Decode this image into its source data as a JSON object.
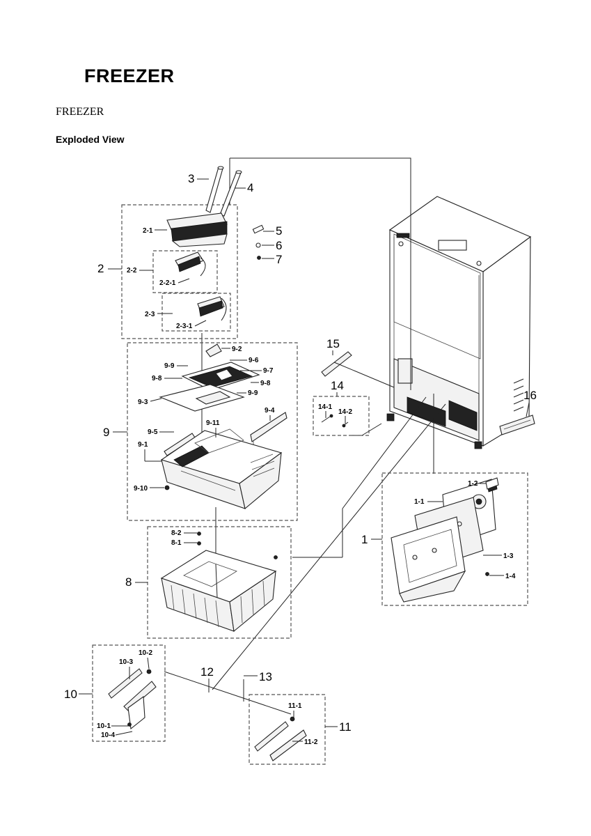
{
  "header": {
    "title": "FREEZER",
    "subtitle": "FREEZER",
    "view_label": "Exploded View"
  },
  "callouts": {
    "c1": "1",
    "c1_1": "1-1",
    "c1_2": "1-2",
    "c1_3": "1-3",
    "c1_4": "1-4",
    "c2": "2",
    "c2_1": "2-1",
    "c2_2": "2-2",
    "c2_2_1": "2-2-1",
    "c2_3": "2-3",
    "c2_3_1": "2-3-1",
    "c3": "3",
    "c4": "4",
    "c5": "5",
    "c6": "6",
    "c7": "7",
    "c8": "8",
    "c8_1": "8-1",
    "c8_2": "8-2",
    "c9": "9",
    "c9_1": "9-1",
    "c9_2": "9-2",
    "c9_3": "9-3",
    "c9_4": "9-4",
    "c9_5": "9-5",
    "c9_6": "9-6",
    "c9_7": "9-7",
    "c9_8a": "9-8",
    "c9_8b": "9-8",
    "c9_9a": "9-9",
    "c9_9b": "9-9",
    "c9_10": "9-10",
    "c9_11": "9-11",
    "c10": "10",
    "c10_1": "10-1",
    "c10_2": "10-2",
    "c10_3": "10-3",
    "c10_4": "10-4",
    "c11": "11",
    "c11_1": "11-1",
    "c11_2": "11-2",
    "c12": "12",
    "c13": "13",
    "c14": "14",
    "c14_1": "14-1",
    "c14_2": "14-2",
    "c15": "15",
    "c16": "16"
  }
}
